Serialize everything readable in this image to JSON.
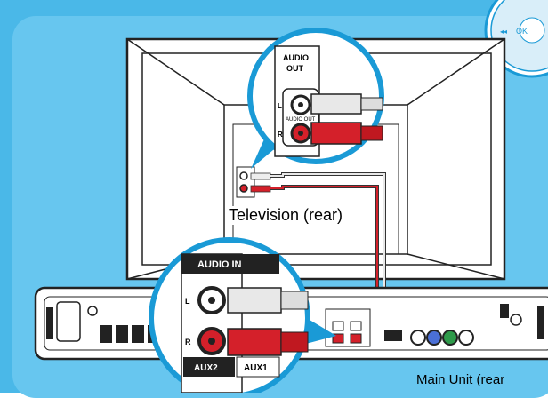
{
  "labels": {
    "television": "Television (rear)",
    "main_unit": "Main Unit (rear",
    "tv_audio_out_top": "AUDIO",
    "tv_audio_out_bottom": "OUT",
    "tv_audio_out_small": "AUDIO OUT",
    "audio_in": "AUDIO IN",
    "aux2": "AUX2",
    "aux1": "AUX1",
    "left_channel": "L",
    "right_channel": "R",
    "remote_ok": "OK"
  },
  "colors": {
    "background": "#4ab8e8",
    "panel": "#67c6ef",
    "cable_red": "#d4202a",
    "cable_white": "#e8e8e8",
    "callout_circle": "#1a9ad6"
  },
  "icons": {
    "remote": "remote-dial-icon"
  }
}
